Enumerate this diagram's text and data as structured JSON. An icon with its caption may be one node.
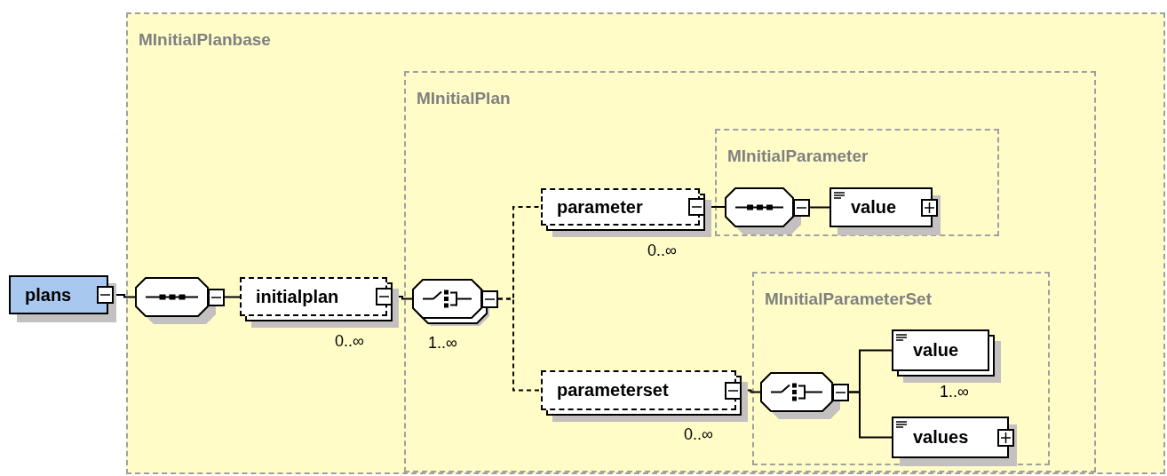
{
  "diagram": {
    "nodes": [
      {
        "text": [
          "MInitialPlanbase"
        ]
      },
      {
        "text": [
          "MInitialPlan"
        ],
        "in": 0
      },
      {
        "text": [
          "MInitialParameter"
        ],
        "in": 1
      },
      {
        "text": [
          "MInitialParameterSet"
        ],
        "in": 1
      },
      {
        "text": [
          "plans"
        ]
      },
      {
        "text": [],
        "shape": "octagon",
        "in": 0
      },
      {
        "text": [
          "initialplan"
        ],
        "in": 0,
        "beside": [
          "0..∞"
        ]
      },
      {
        "text": [],
        "shape": "octagon",
        "in": 1,
        "beside": [
          "1..∞"
        ]
      },
      {
        "text": [
          "parameter"
        ],
        "in": 1,
        "beside": [
          "0..∞"
        ]
      },
      {
        "text": [],
        "shape": "octagon",
        "in": 2
      },
      {
        "text": [
          "value"
        ],
        "in": 2
      },
      {
        "text": [
          "parameterset"
        ],
        "in": 1,
        "beside": [
          "0..∞"
        ]
      },
      {
        "text": [],
        "shape": "octagon",
        "in": 3
      },
      {
        "text": [
          "value"
        ],
        "in": 3,
        "beside": [
          "1..∞"
        ]
      },
      {
        "text": [
          "values"
        ],
        "in": 3
      }
    ],
    "edges": [
      {
        "from": 4,
        "to": 5,
        "arrow": "none"
      },
      {
        "from": 5,
        "to": 6,
        "arrow": "none"
      },
      {
        "from": 6,
        "to": 7,
        "arrow": "none"
      },
      {
        "from": 7,
        "to": 8,
        "arrow": "none",
        "style": "dashed"
      },
      {
        "from": 7,
        "to": 11,
        "arrow": "none",
        "style": "dashed"
      },
      {
        "from": 8,
        "to": 9,
        "arrow": "none"
      },
      {
        "from": 9,
        "to": 10,
        "arrow": "none"
      },
      {
        "from": 11,
        "to": 12,
        "arrow": "none"
      },
      {
        "from": 12,
        "to": 13,
        "arrow": "none"
      },
      {
        "from": 12,
        "to": 14,
        "arrow": "none"
      }
    ]
  }
}
